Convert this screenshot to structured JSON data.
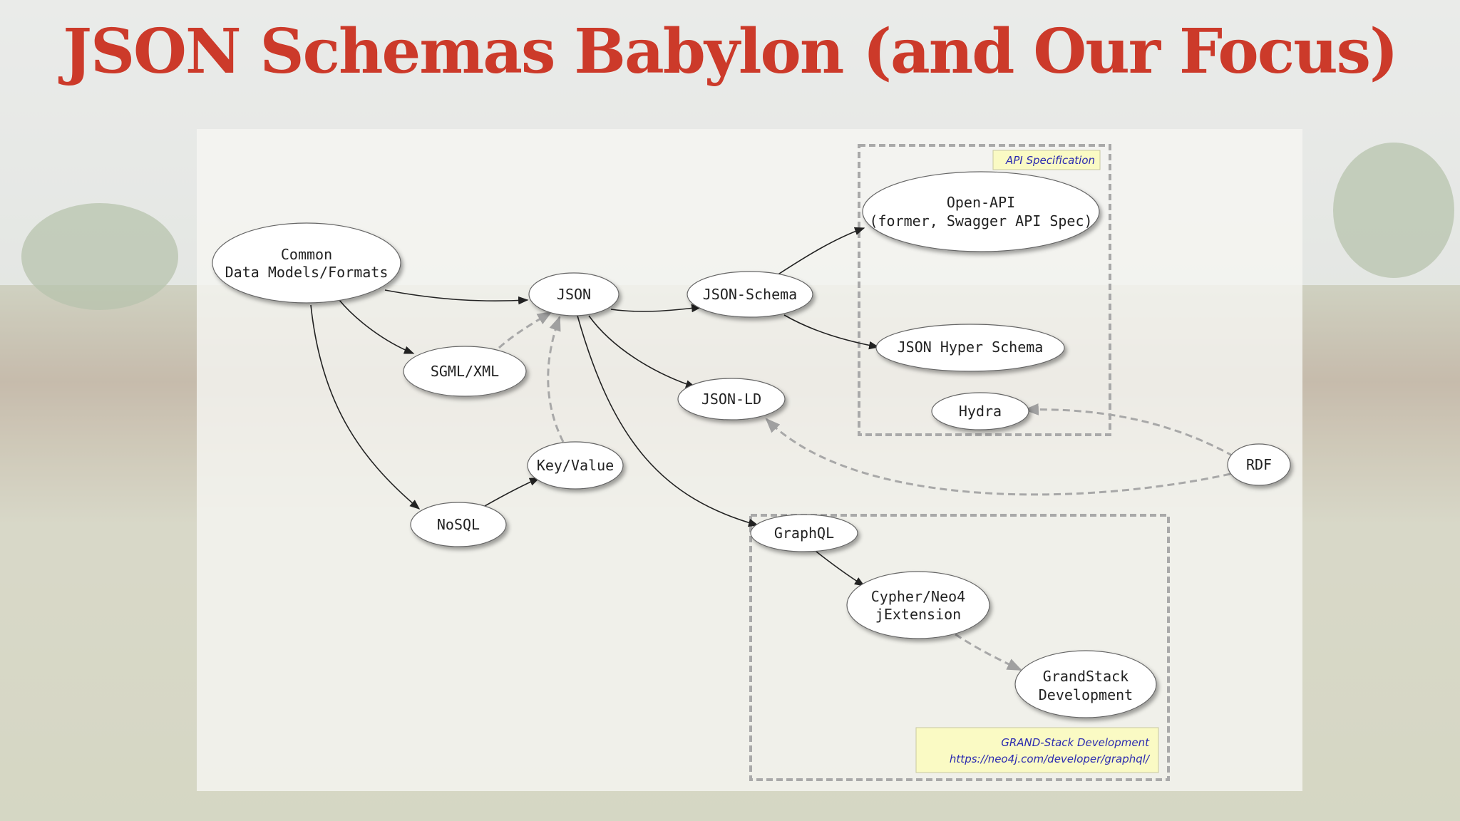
{
  "slide": {
    "title": "JSON Schemas Babylon (and Our Focus)",
    "title_color": "#cc3a2a"
  },
  "diagram": {
    "nodes": {
      "common": [
        "Common",
        "Data Models/Formats"
      ],
      "json": [
        "JSON"
      ],
      "json_schema": [
        "JSON-Schema"
      ],
      "open_api": [
        "Open-API",
        "(former, Swagger API Spec)"
      ],
      "json_hyper_schema": [
        "JSON Hyper Schema"
      ],
      "sgml_xml": [
        "SGML/XML"
      ],
      "json_ld": [
        "JSON-LD"
      ],
      "hydra": [
        "Hydra"
      ],
      "key_value": [
        "Key/Value"
      ],
      "rdf": [
        "RDF"
      ],
      "nosql": [
        "NoSQL"
      ],
      "graphql": [
        "GraphQL"
      ],
      "cypher": [
        "Cypher/Neo4",
        "jExtension"
      ],
      "grandstack": [
        "GrandStack",
        "Development"
      ]
    },
    "notes": {
      "api_spec": "API Specification",
      "grand_title": "GRAND-Stack Development",
      "grand_url": "https://neo4j.com/developer/graphql/"
    },
    "edges": [
      {
        "from": "common",
        "to": "json",
        "style": "solid"
      },
      {
        "from": "common",
        "to": "sgml_xml",
        "style": "solid"
      },
      {
        "from": "common",
        "to": "nosql",
        "style": "solid"
      },
      {
        "from": "json",
        "to": "json_schema",
        "style": "solid"
      },
      {
        "from": "json",
        "to": "json_ld",
        "style": "solid"
      },
      {
        "from": "json",
        "to": "graphql",
        "style": "solid"
      },
      {
        "from": "json_schema",
        "to": "open_api",
        "style": "solid"
      },
      {
        "from": "json_schema",
        "to": "json_hyper_schema",
        "style": "solid"
      },
      {
        "from": "sgml_xml",
        "to": "json",
        "style": "dashed"
      },
      {
        "from": "key_value",
        "to": "json",
        "style": "dashed"
      },
      {
        "from": "nosql",
        "to": "key_value",
        "style": "solid"
      },
      {
        "from": "rdf",
        "to": "hydra",
        "style": "dashed"
      },
      {
        "from": "rdf",
        "to": "json_ld",
        "style": "dashed"
      },
      {
        "from": "graphql",
        "to": "cypher",
        "style": "solid"
      },
      {
        "from": "cypher",
        "to": "grandstack",
        "style": "dashed"
      }
    ],
    "colors": {
      "note_fill": "#fafac4",
      "note_text": "#2b2bb0",
      "cluster_border": "#a9a9a9"
    }
  }
}
